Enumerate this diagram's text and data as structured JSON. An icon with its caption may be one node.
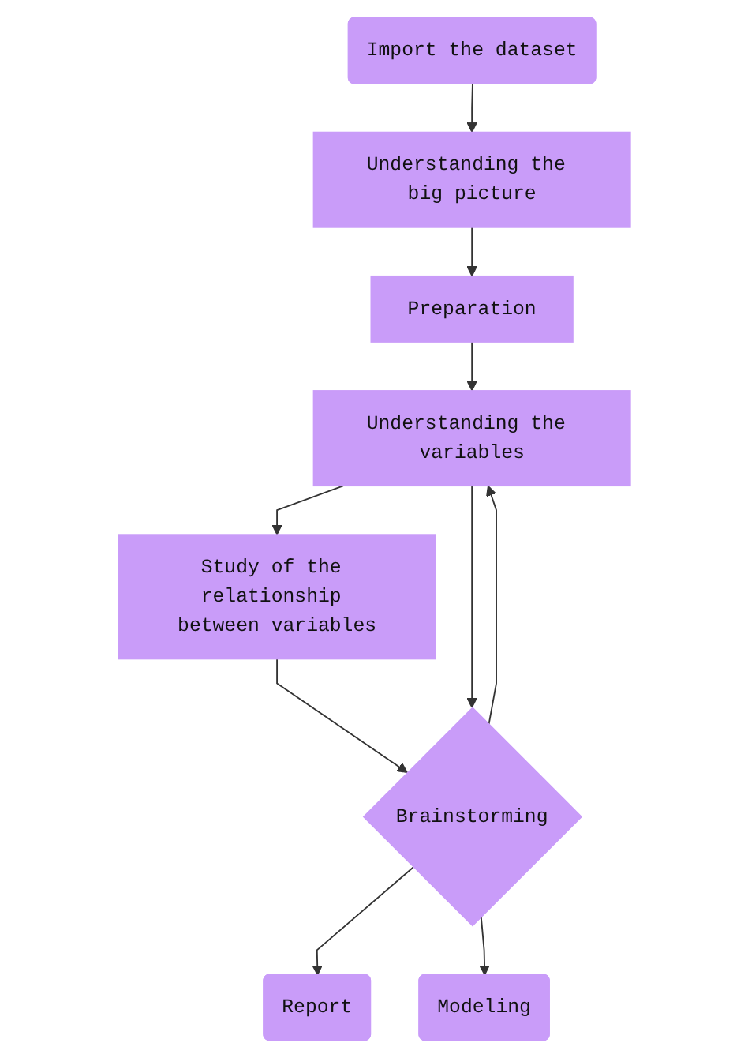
{
  "diagram": {
    "nodes": [
      {
        "text": [
          "Import the dataset"
        ]
      },
      {
        "text": [
          "Understanding the big picture"
        ]
      },
      {
        "text": [
          "Preparation"
        ]
      },
      {
        "text": [
          "Understanding the variables"
        ]
      },
      {
        "text": [
          "Study of the relationship between variables"
        ]
      },
      {
        "text": [
          "Brainstorming"
        ]
      },
      {
        "text": [
          "Report"
        ]
      },
      {
        "text": [
          "Modeling"
        ]
      }
    ],
    "edges": [
      {
        "from": 0,
        "to": 1,
        "arrow": "to"
      },
      {
        "from": 1,
        "to": 2,
        "arrow": "to"
      },
      {
        "from": 2,
        "to": 3,
        "arrow": "to"
      },
      {
        "from": 3,
        "to": 4,
        "arrow": "to"
      },
      {
        "from": 4,
        "to": 5,
        "arrow": "to"
      },
      {
        "from": 5,
        "to": 3,
        "arrow": "to"
      },
      {
        "from": 3,
        "to": 5,
        "arrow": "to"
      },
      {
        "from": 5,
        "to": 6,
        "arrow": "to"
      },
      {
        "from": 5,
        "to": 7,
        "arrow": "to"
      }
    ]
  }
}
